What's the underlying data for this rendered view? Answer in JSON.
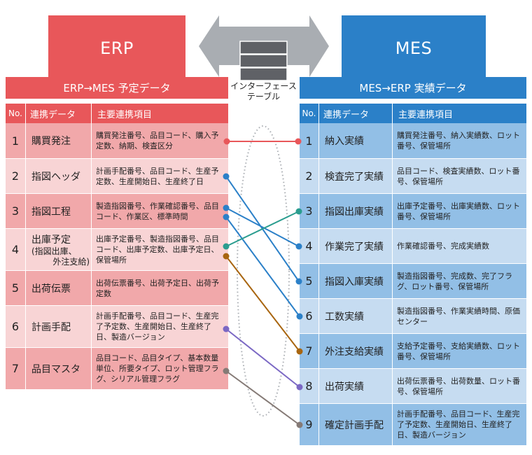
{
  "systems": {
    "left": "ERP",
    "right": "MES",
    "interface_label_line1": "インターフェース",
    "interface_label_line2": "テーブル"
  },
  "colors": {
    "erp": "#e8575a",
    "erp_row_dark": "#f1a8aa",
    "erp_row_light": "#f8d4d5",
    "mes": "#2b80c8",
    "mes_row_dark": "#92bfe6",
    "mes_row_light": "#c6dcf1",
    "arrow": "#a9adb2",
    "db": "#5f6166"
  },
  "left_table": {
    "title": "ERP→MES 予定データ",
    "headers": {
      "no": "No.",
      "name": "連携データ",
      "items": "主要連携項目"
    },
    "rows": [
      {
        "no": "1",
        "name": "購買発注",
        "items": "購買発注番号、品目コード、購入予定数、納期、検査区分"
      },
      {
        "no": "2",
        "name": "指図ヘッダ",
        "items": "計画手配番号、品目コード、生産予定数、生産開始日、生産終了日"
      },
      {
        "no": "3",
        "name": "指図工程",
        "items": "製造指図番号、作業確認番号、品目コード、作業区、標準時間"
      },
      {
        "no": "4",
        "name": "出庫予定",
        "name_sub1": "(指図出庫、",
        "name_sub2": "外注支給)",
        "items": "出庫予定番号、製造指図番号、品目コード、出庫予定数、出庫予定日、保管場所"
      },
      {
        "no": "5",
        "name": "出荷伝票",
        "items": "出荷伝票番号、出荷予定日、出荷予定数"
      },
      {
        "no": "6",
        "name": "計画手配",
        "items": "計画手配番号、品目コード、生産完了予定数、生産開始日、生産終了日、製造バージョン"
      },
      {
        "no": "7",
        "name": "品目マスタ",
        "items": "品目コード、品目タイプ、基本数量単位、所要タイプ、ロット管理フラグ、シリアル管理フラグ"
      }
    ]
  },
  "right_table": {
    "title": "MES→ERP 実績データ",
    "headers": {
      "no": "No.",
      "name": "連携データ",
      "items": "主要連携項目"
    },
    "rows": [
      {
        "no": "1",
        "name": "納入実績",
        "items": "購買発注番号、納入実績数、ロット番号、保管場所"
      },
      {
        "no": "2",
        "name": "検査完了実績",
        "items": "品目コード、検査実績数、ロット番号、保管場所"
      },
      {
        "no": "3",
        "name": "指図出庫実績",
        "items": "出庫予定番号、出庫実績数、ロット番号、保管場所"
      },
      {
        "no": "4",
        "name": "作業完了実績",
        "items": "作業確認番号、完成実績数"
      },
      {
        "no": "5",
        "name": "指図入庫実績",
        "items": "製造指図番号、完成数、完了フラグ、ロット番号、保管場所"
      },
      {
        "no": "6",
        "name": "工数実績",
        "items": "製造指図番号、作業実績時間、原価センター"
      },
      {
        "no": "7",
        "name": "外注支給実績",
        "items": "支給予定番号、支給実績数、ロット番号、保管場所"
      },
      {
        "no": "8",
        "name": "出荷実績",
        "items": "出荷伝票番号、出荷数量、ロット番号、保管場所"
      },
      {
        "no": "9",
        "name": "確定計画手配",
        "items": "計画手配番号、品目コード、生産完了予定数、生産開始日、生産終了日、製造バージョン"
      }
    ]
  },
  "connections": [
    {
      "from": "1",
      "to": "1",
      "color": "#e8575a"
    },
    {
      "from": "2",
      "to": "5",
      "color": "#2b80c8"
    },
    {
      "from": "3",
      "to": "4",
      "color": "#2b80c8"
    },
    {
      "from": "3",
      "to": "6",
      "color": "#2b80c8"
    },
    {
      "from": "4",
      "to": "3",
      "color": "#2a9d8f"
    },
    {
      "from": "4",
      "to": "7",
      "color": "#a8650f"
    },
    {
      "from": "6",
      "to": "8",
      "color": "#7b68c4"
    },
    {
      "from": "7",
      "to": "9",
      "color": "#857a76"
    }
  ]
}
